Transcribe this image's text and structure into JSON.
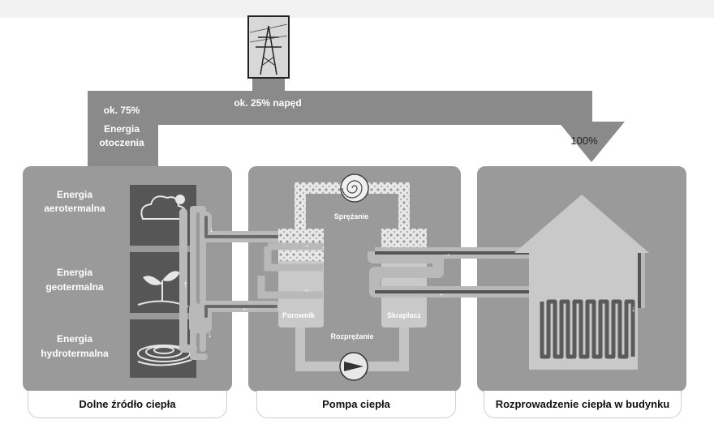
{
  "top": {
    "share_ambient": "ok. 75%",
    "ambient_label_1": "Energia",
    "ambient_label_2": "otoczenia",
    "share_drive": "ok. 25% napęd",
    "total": "100%"
  },
  "source_panel": {
    "caption": "Dolne źródło ciepła",
    "items": [
      {
        "line1": "Energia",
        "line2": "aerotermalna",
        "icon": "cloud-sun-icon"
      },
      {
        "line1": "Energia",
        "line2": "geotermalna",
        "icon": "sprout-icon"
      },
      {
        "line1": "Energia",
        "line2": "hydrotermalna",
        "icon": "water-coil-icon"
      }
    ]
  },
  "pump_panel": {
    "caption": "Pompa ciepła",
    "compression": "Sprężanie",
    "evaporator": "Parownik",
    "expansion": "Rozprężanie",
    "condenser": "Skraplacz"
  },
  "building_panel": {
    "caption": "Rozprowadzenie ciepła w budynku"
  },
  "colors": {
    "panel": "#9a9a9a",
    "arrow_band": "#8a8a8a",
    "pipe": "#b9b9b9",
    "pipe_dark": "#555555"
  }
}
